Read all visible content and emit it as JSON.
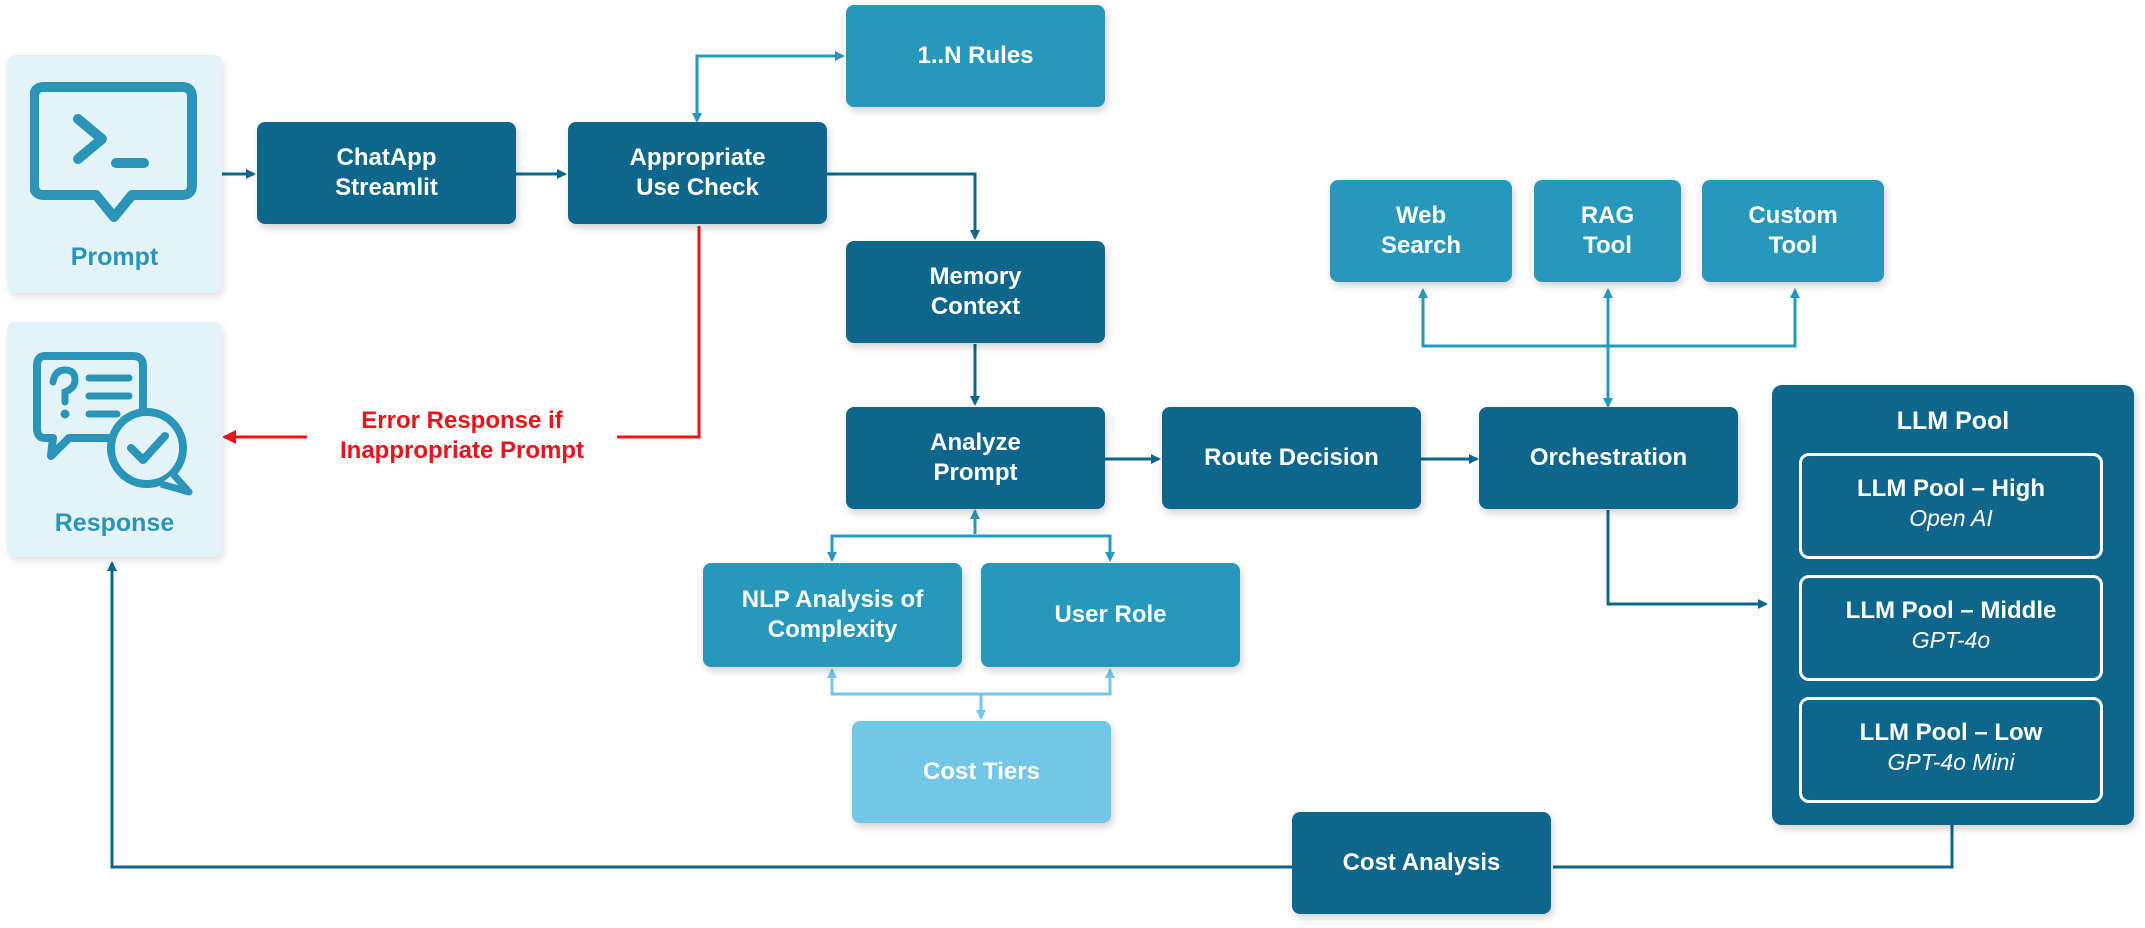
{
  "panels": {
    "prompt_label": "Prompt",
    "response_label": "Response"
  },
  "nodes": {
    "chatapp": "ChatApp\nStreamlit",
    "use_check": "Appropriate\nUse Check",
    "rules": "1..N Rules",
    "memory": "Memory\nContext",
    "analyze": "Analyze\nPrompt",
    "nlp": "NLP Analysis of\nComplexity",
    "user_role": "User Role",
    "cost_tiers": "Cost Tiers",
    "route": "Route Decision",
    "orchestration": "Orchestration",
    "web_search": "Web\nSearch",
    "rag_tool": "RAG\nTool",
    "custom_tool": "Custom\nTool",
    "cost_analysis": "Cost Analysis"
  },
  "error_text": "Error Response if\nInappropriate Prompt",
  "llm_pool": {
    "title": "LLM Pool",
    "tiers": [
      {
        "name": "LLM Pool – High",
        "model": "Open AI"
      },
      {
        "name": "LLM Pool – Middle",
        "model": "GPT-4o"
      },
      {
        "name": "LLM Pool – Low",
        "model": "GPT-4o Mini"
      }
    ]
  },
  "colors": {
    "dark": "#0e668c",
    "mid": "#2798bb",
    "light": "#72c6e6",
    "panel": "#e4f3fa",
    "error": "#e8141c"
  }
}
